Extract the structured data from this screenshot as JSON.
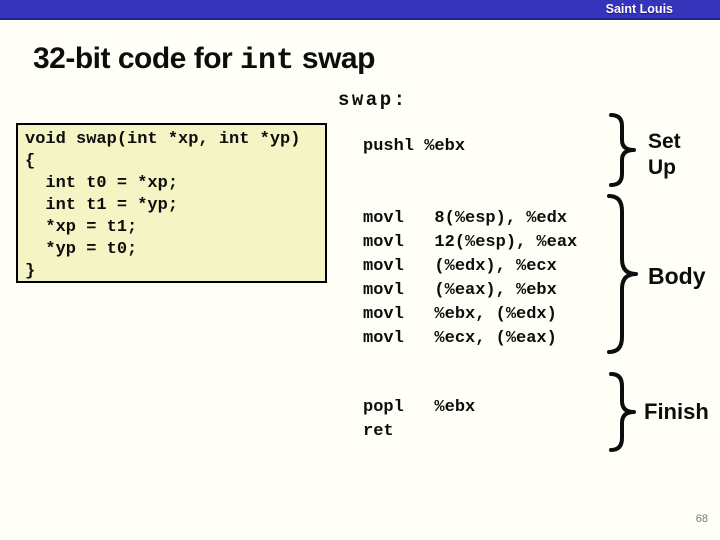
{
  "banner": {
    "institution": "Saint Louis"
  },
  "title": {
    "prefix": "32-bit code for ",
    "keyword": "int",
    "suffix": " swap"
  },
  "c_code": {
    "source": "void swap(int *xp, int *yp)\n{\n  int t0 = *xp;\n  int t1 = *yp;\n  *xp = t1;\n  *yp = t0;\n}"
  },
  "assembly": {
    "function_label": "swap:",
    "setup": {
      "code": "pushl %ebx",
      "label": "Set Up"
    },
    "body": {
      "code": "movl   8(%esp), %edx\nmovl   12(%esp), %eax\nmovl   (%edx), %ecx\nmovl   (%eax), %ebx\nmovl   %ebx, (%edx)\nmovl   %ecx, (%eax)",
      "label": "Body"
    },
    "finish": {
      "code": "popl   %ebx\nret",
      "label": "Finish"
    }
  },
  "page_number": "68",
  "colors": {
    "banner_blue": "#3634bb",
    "banner_edge": "#24229b",
    "code_box_yellow": "#f5f4c4",
    "background_cream": "#fffff7",
    "text_black": "#0d0d0d",
    "page_number_gray": "#7a7a7a"
  }
}
